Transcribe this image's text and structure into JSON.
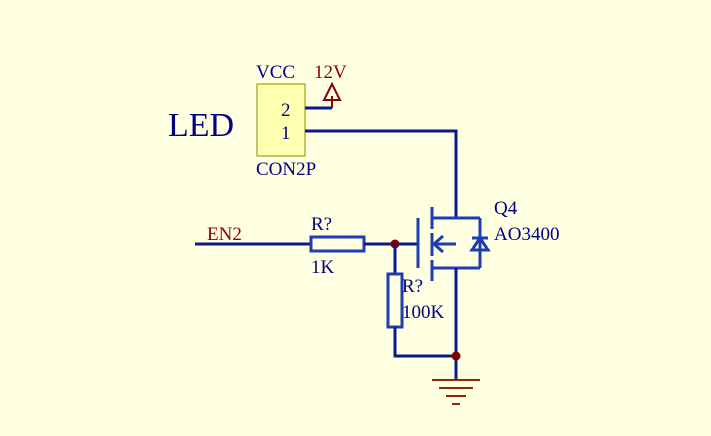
{
  "colors": {
    "background": "#FFFFE1",
    "wire": "#0A1A8C",
    "component": "#1E3CB4",
    "label": "#000080",
    "net_label": "#8B0000",
    "junction": "#800000",
    "connector_fill": "#FFFFB0",
    "ground": "#8B2A00"
  },
  "connector": {
    "title": "LED",
    "net": "VCC",
    "voltage": "12V",
    "pin_top": "2",
    "pin_bottom": "1",
    "part": "CON2P"
  },
  "net_label": "EN2",
  "resistor_series": {
    "designator": "R?",
    "value": "1K"
  },
  "resistor_pulldown": {
    "designator": "R?",
    "value": "100K"
  },
  "mosfet": {
    "designator": "Q4",
    "part": "AO3400"
  },
  "ground_icon": "ground-symbol-icon",
  "power_icon": "power-arrow-icon"
}
